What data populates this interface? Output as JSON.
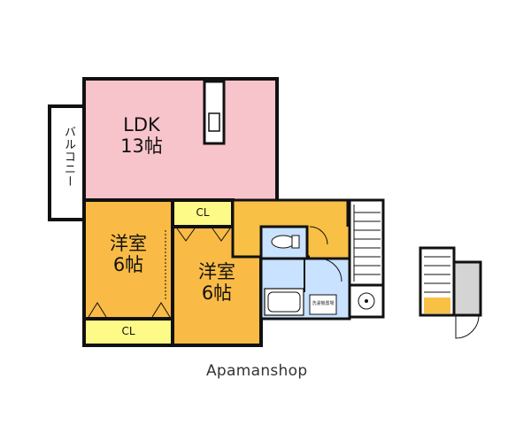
{
  "rooms": {
    "ldk": {
      "name": "LDK",
      "size": "13帖"
    },
    "western_left": {
      "name": "洋室",
      "size": "6帖"
    },
    "western_right": {
      "name": "洋室",
      "size": "6帖"
    },
    "closet_top": "CL",
    "closet_bottom": "CL",
    "balcony": "バルコニー",
    "washer_space": "洗濯機置場"
  },
  "colors": {
    "ldk": "#f7c4cc",
    "western": "#f9bb45",
    "closet": "#fdfa88",
    "water": "#c8e2ff",
    "hall": "#f9c046",
    "wall": "#111111",
    "storage": "#d4d4d4"
  },
  "brand": "Apamanshop"
}
